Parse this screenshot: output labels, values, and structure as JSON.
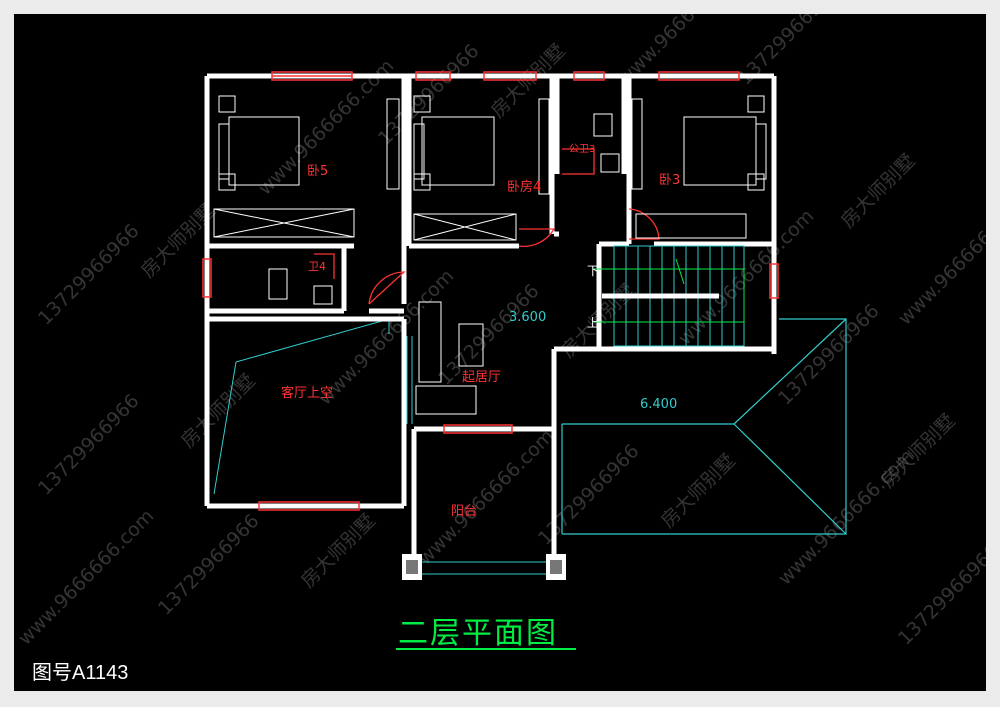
{
  "drawing": {
    "title": "二层平面图",
    "number": "图号A1143"
  },
  "rooms": {
    "bedroom5": "卧5",
    "bedroom4": "卧房4",
    "bedroom3": "卧3",
    "bath_public": "公卫3",
    "bath_private": "卫4",
    "living_void": "客厅上空",
    "family_hall": "起居厅",
    "balcony": "阳台"
  },
  "stairs": {
    "down_label": "下",
    "up_label": "上"
  },
  "levels": {
    "floor": "3.600",
    "roof": "6.400"
  },
  "watermark": {
    "phone": "13729966966",
    "brand": "房大师别墅",
    "site": "www.9666666.com"
  },
  "colors": {
    "background": "#000000",
    "wall": "#ffffff",
    "window": "#ff3333",
    "furniture": "#ffffff",
    "door": "#ff3333",
    "annotation": "#33cccc",
    "title": "#00ee44"
  }
}
